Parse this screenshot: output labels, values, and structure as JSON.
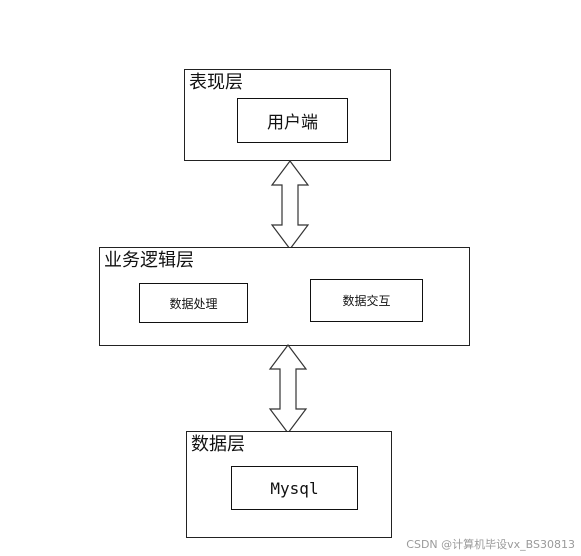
{
  "layers": {
    "presentation": {
      "label": "表现层",
      "node": "用户端"
    },
    "business": {
      "label": "业务逻辑层",
      "nodes": [
        "数据处理",
        "数据交互"
      ]
    },
    "data": {
      "label": "数据层",
      "node": "Mysql"
    }
  },
  "connections": [
    {
      "from": "presentation",
      "to": "business",
      "type": "bidirectional-arrow"
    },
    {
      "from": "business",
      "to": "data",
      "type": "bidirectional-arrow"
    }
  ],
  "watermark": "CSDN @计算机毕设vx_BS30813"
}
